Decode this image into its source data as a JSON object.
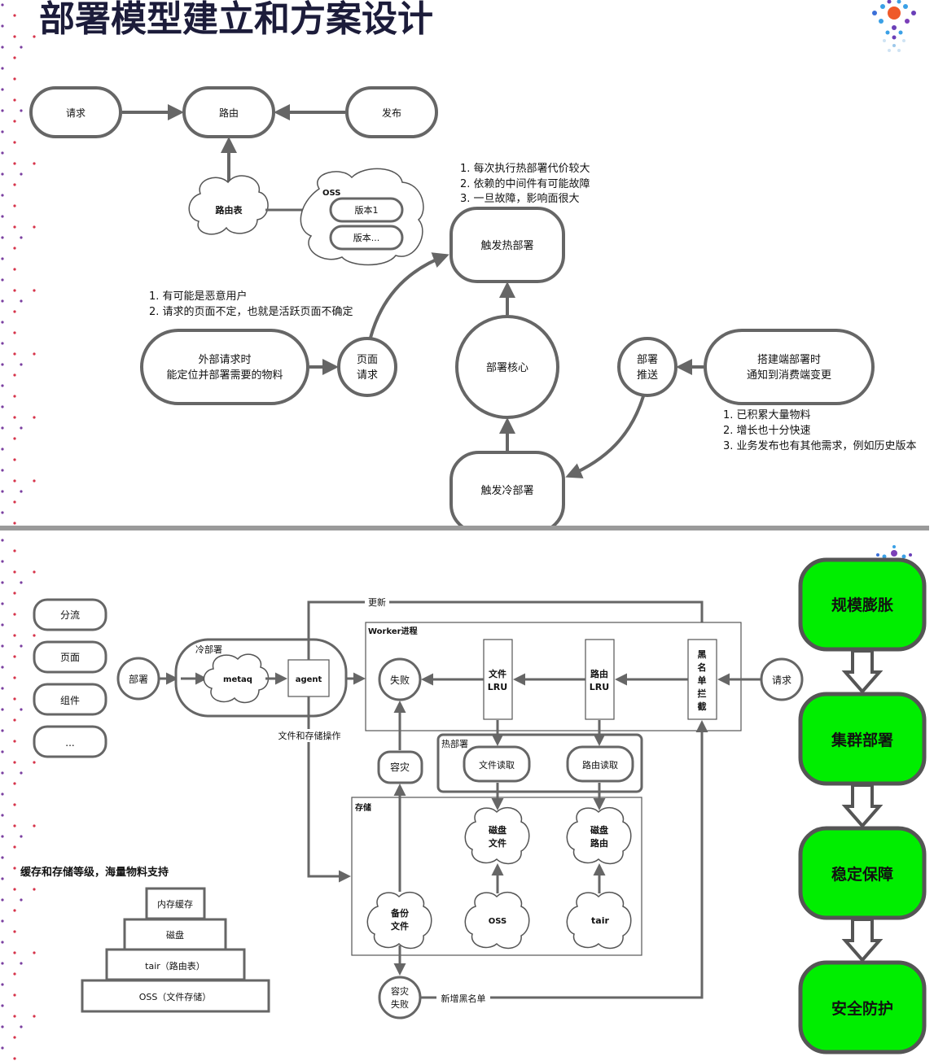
{
  "title": "部署模型建立和方案设计",
  "top": {
    "request": "请求",
    "router": "路由",
    "publish": "发布",
    "route_table": "路由表",
    "oss_label": "OSS",
    "version1": "版本1",
    "version_more": "版本...",
    "hot_notes": [
      "1. 每次执行热部署代价较大",
      "2. 依赖的中间件有可能故障",
      "3. 一旦故障，影响面很大"
    ],
    "hot_deploy": "触发热部署",
    "page_notes": [
      "1. 有可能是恶意用户",
      "2. 请求的页面不定，也就是活跃页面不确定"
    ],
    "external_request": [
      "外部请求时",
      "能定位并部署需要的物料"
    ],
    "page_request": [
      "页面",
      "请求"
    ],
    "deploy_core": "部署核心",
    "deploy_push": [
      "部署",
      "推送"
    ],
    "build_deploy": [
      "搭建端部署时",
      "通知到消费端变更"
    ],
    "build_notes": [
      "1. 已积累大量物料",
      "2. 增长也十分快速",
      "3. 业务发布也有其他需求，例如历史版本"
    ],
    "cold_deploy": "触发冷部署"
  },
  "bottom": {
    "sources": [
      "分流",
      "页面",
      "组件",
      "..."
    ],
    "deploy": "部署",
    "cold_deploy_label": "冷部署",
    "metaq": "metaq",
    "agent": "agent",
    "update": "更新",
    "file_storage_op": "文件和存储操作",
    "worker_label": "Worker进程",
    "fail": "失败",
    "file_lru": [
      "文件",
      "LRU"
    ],
    "route_lru": [
      "路由",
      "LRU"
    ],
    "blacklist": [
      "黑",
      "名",
      "单",
      "拦",
      "截"
    ],
    "request": "请求",
    "hot_deploy_label": "热部署",
    "file_read": "文件读取",
    "route_read": "路由读取",
    "disaster": "容灾",
    "storage_label": "存储",
    "disk_file": [
      "磁盘",
      "文件"
    ],
    "disk_route": [
      "磁盘",
      "路由"
    ],
    "backup_file": [
      "备份",
      "文件"
    ],
    "oss": "OSS",
    "tair": "tair",
    "disaster_fail": [
      "容灾",
      "失败"
    ],
    "new_blacklist": "新增黑名单",
    "cache_title": "缓存和存储等级，海量物料支持",
    "pyramid": [
      "内存缓存",
      "磁盘",
      "tair（路由表）",
      "OSS（文件存储）"
    ],
    "pillars": [
      "规模膨胀",
      "集群部署",
      "稳定保障",
      "安全防护"
    ]
  },
  "colors": {
    "pillar_green": "#00ee00",
    "stroke_gray": "#666666",
    "dots_purple": "#7a3fa0",
    "dots_red": "#d6334a"
  }
}
